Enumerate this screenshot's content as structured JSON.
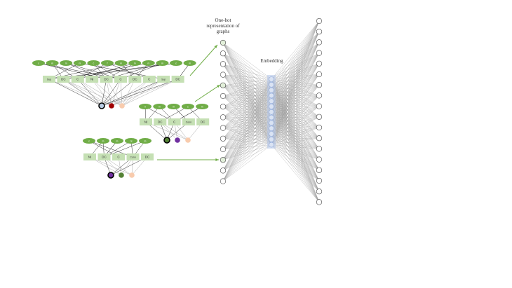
{
  "labels": {
    "onehot": "One-hot representation of graphs",
    "embedding": "Embedding"
  },
  "graphs": [
    {
      "nodes": [
        "c",
        "m",
        "m",
        "ni",
        "c",
        "f",
        "m",
        "m",
        "ni",
        "m",
        "c",
        "m"
      ],
      "groups": [
        "Sup",
        "DC",
        "C",
        "NI",
        "DC",
        "C",
        "DC",
        "C",
        "Sup",
        "DC"
      ],
      "outputs": [
        "#b8cce4",
        "#a00000",
        "#f8cbad"
      ]
    },
    {
      "nodes": [
        "n",
        "m",
        "m",
        "c",
        "m"
      ],
      "groups": [
        "NI",
        "DC",
        "C",
        "Conn",
        "DC"
      ],
      "outputs": [
        "#548235",
        "#7030a0",
        "#f8cbad"
      ]
    },
    {
      "nodes": [
        "c",
        "m",
        "m",
        "ni",
        "m"
      ],
      "groups": [
        "NI",
        "DC",
        "C",
        "Conn",
        "DC"
      ],
      "outputs": [
        "#7030a0",
        "#548235",
        "#f8cbad"
      ]
    }
  ],
  "network": {
    "input_nodes": 14,
    "embedding_nodes": 13,
    "output_nodes": 18,
    "highlighted_inputs": [
      0,
      4,
      11
    ]
  },
  "colors": {
    "node": "#70ad47",
    "group": "#c5e0b4",
    "arrow": "#70ad47",
    "embed": "#b4c7e7"
  }
}
